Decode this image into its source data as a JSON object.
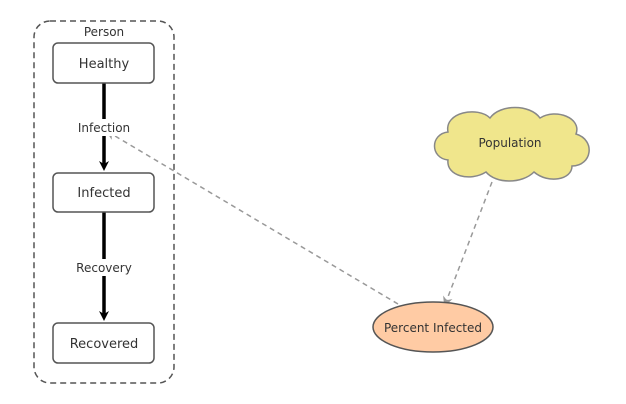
{
  "diagram": {
    "container": {
      "label": "Person"
    },
    "states": [
      {
        "id": "healthy",
        "label": "Healthy"
      },
      {
        "id": "infected",
        "label": "Infected"
      },
      {
        "id": "recovered",
        "label": "Recovered"
      }
    ],
    "transitions": [
      {
        "from": "healthy",
        "to": "infected",
        "label": "Infection"
      },
      {
        "from": "infected",
        "to": "recovered",
        "label": "Recovery"
      }
    ],
    "variables": [
      {
        "id": "population",
        "label": "Population",
        "shape": "cloud",
        "fill": "#f0e68c"
      },
      {
        "id": "percent-infected",
        "label": "Percent Infected",
        "shape": "ellipse",
        "fill": "#ffcba4"
      }
    ],
    "links": [
      {
        "from": "population",
        "to": "percent-infected",
        "style": "dashed"
      },
      {
        "from": "percent-infected",
        "to": "infection-transition",
        "style": "dashed"
      }
    ],
    "colors": {
      "box_stroke": "#555555",
      "arrow": "#000000",
      "dashed_link": "#999999",
      "text": "#333333"
    }
  }
}
